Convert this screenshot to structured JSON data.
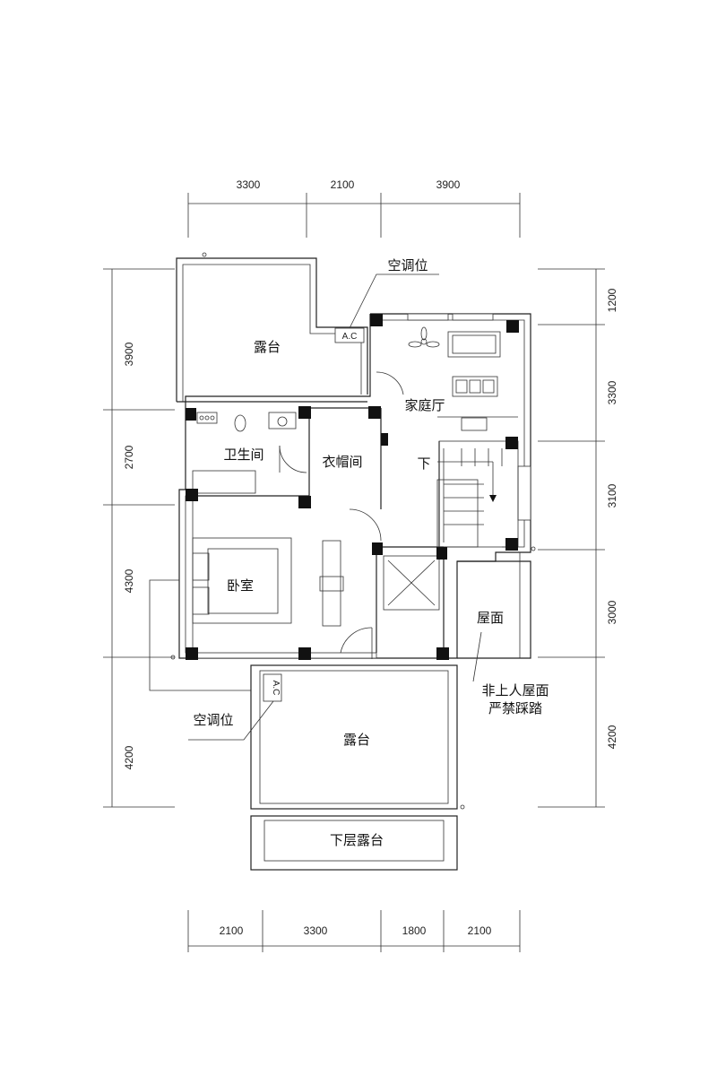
{
  "dims": {
    "top": [
      "3300",
      "2100",
      "3900"
    ],
    "bottom": [
      "2100",
      "3300",
      "1800",
      "2100"
    ],
    "left": [
      "3900",
      "2700",
      "4300",
      "4200"
    ],
    "right": [
      "1200",
      "3300",
      "3100",
      "3000",
      "4200"
    ]
  },
  "rooms": {
    "terrace_north": "露台",
    "family_hall": "家庭厅",
    "bathroom": "卫生间",
    "cloakroom": "衣帽间",
    "stair_down": "下",
    "bedroom": "卧室",
    "roof": "屋面",
    "terrace_south": "露台",
    "lower_terrace": "下层露台"
  },
  "labels": {
    "ac_top": "空调位",
    "ac_bottom": "空调位",
    "ac_unit_top": "A.C",
    "ac_unit_bottom": "A.C",
    "roof_note_1": "非上人屋面",
    "roof_note_2": "严禁踩踏"
  },
  "icons": {
    "fan": "ceiling-fan-icon",
    "sofa": "sofa-icon",
    "tv": "tv-icon",
    "toilet": "toilet-icon",
    "sink": "sink-icon",
    "bathtub": "bathtub-icon",
    "bed": "bed-icon",
    "elevator": "elevator-shaft-icon"
  }
}
